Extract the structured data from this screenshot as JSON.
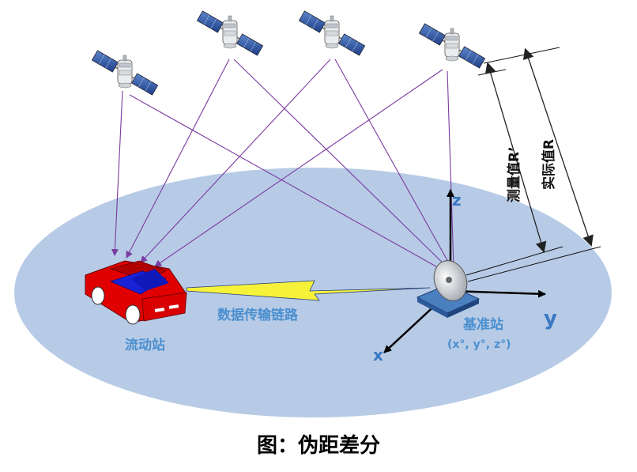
{
  "caption": "图：伪距差分",
  "labels": {
    "rover": "流动站",
    "base": "基准站",
    "base_coords": "(x°, y°, z°)",
    "link": "数据传输链路",
    "measured": "测量值R’",
    "actual": "实际值R"
  },
  "axes": {
    "x": "x",
    "y": "y",
    "z": "z"
  },
  "colors": {
    "ground": "#b7cbe6",
    "signal": "#7a3aa0",
    "car_body": "#e00000",
    "car_window": "#1a22d8",
    "link_fill": "#f6f23a",
    "label_blue": "#4a8fcf"
  },
  "satellite_count": 4
}
